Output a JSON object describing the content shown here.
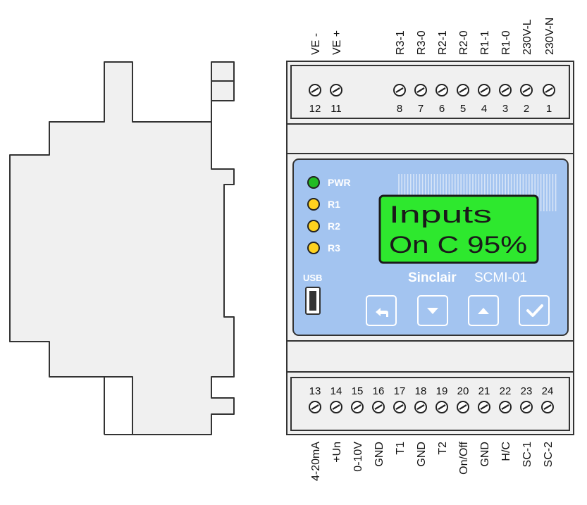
{
  "top_terminals": [
    {
      "label": "VE -",
      "number": "12"
    },
    {
      "label": "VE +",
      "number": "11"
    },
    {
      "label": "R3-1",
      "number": "8"
    },
    {
      "label": "R3-0",
      "number": "7"
    },
    {
      "label": "R2-1",
      "number": "6"
    },
    {
      "label": "R2-0",
      "number": "5"
    },
    {
      "label": "R1-1",
      "number": "4"
    },
    {
      "label": "R1-0",
      "number": "3"
    },
    {
      "label": "230V-L",
      "number": "2"
    },
    {
      "label": "230V-N",
      "number": "1"
    }
  ],
  "bottom_terminals": [
    {
      "number": "13",
      "label": "4-20mA"
    },
    {
      "number": "14",
      "label": "+Un"
    },
    {
      "number": "15",
      "label": "0-10V"
    },
    {
      "number": "16",
      "label": "GND"
    },
    {
      "number": "17",
      "label": "T1"
    },
    {
      "number": "18",
      "label": "GND"
    },
    {
      "number": "19",
      "label": "T2"
    },
    {
      "number": "20",
      "label": "On/Off"
    },
    {
      "number": "21",
      "label": "GND"
    },
    {
      "number": "22",
      "label": "H/C"
    },
    {
      "number": "23",
      "label": "SC-1"
    },
    {
      "number": "24",
      "label": "SC-2"
    }
  ],
  "leds": [
    {
      "label": "PWR",
      "color": "#22bb22"
    },
    {
      "label": "R1",
      "color": "#ffd21f"
    },
    {
      "label": "R2",
      "color": "#ffd21f"
    },
    {
      "label": "R3",
      "color": "#ffd21f"
    }
  ],
  "lcd": {
    "line1": "Inputs",
    "line2": "On C 95%",
    "background": "#2ee82e"
  },
  "usb_label": "USB",
  "brand": "Sinclair",
  "model": "SCMI-01",
  "buttons": [
    "back",
    "down",
    "up",
    "confirm"
  ],
  "colors": {
    "panel": "#a3c4f0",
    "body": "#f0f0f0",
    "outline": "#333333"
  }
}
